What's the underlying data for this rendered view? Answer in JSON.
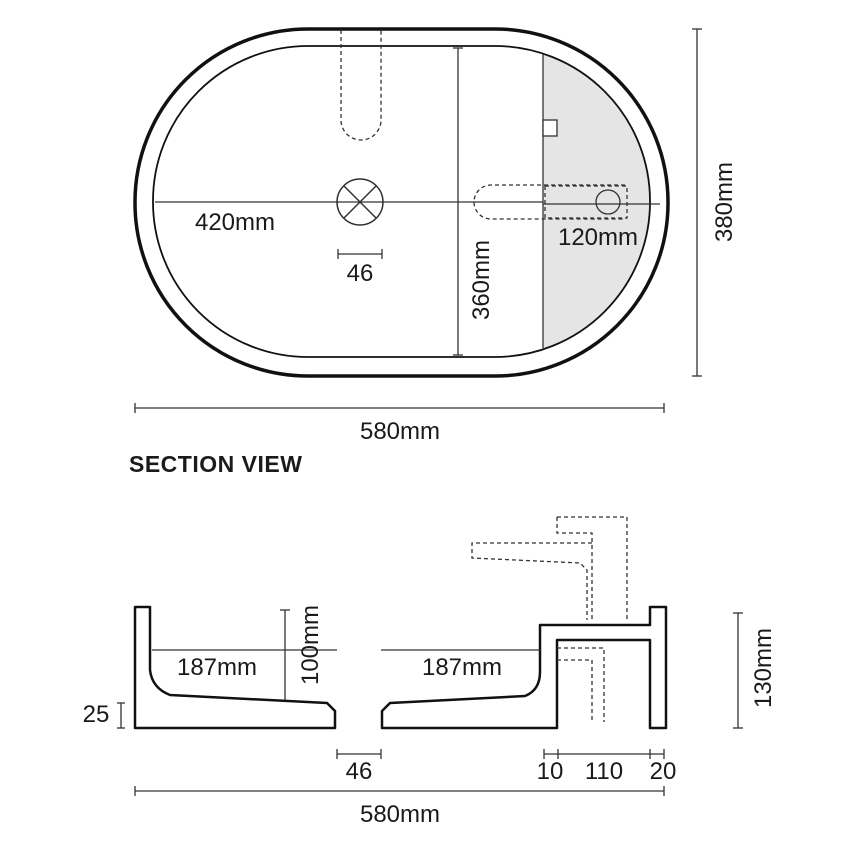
{
  "plan_view": {
    "dim_length": "420mm",
    "dim_width_inner": "360mm",
    "dim_tap_offset": "120mm",
    "dim_waste": "46",
    "dim_overall_length": "580mm",
    "dim_overall_width": "380mm"
  },
  "section_view": {
    "title": "SECTION VIEW",
    "dim_left_reach": "187mm",
    "dim_right_reach": "187mm",
    "dim_depth": "100mm",
    "dim_base": "25",
    "dim_waste": "46",
    "dim_height": "130mm",
    "dim_wall": "10",
    "dim_shelf": "110",
    "dim_end_wall": "20",
    "dim_overall_length": "580mm"
  },
  "colors": {
    "line": "#1a1a1a",
    "tap_deck_fill": "#e5e5e5"
  }
}
